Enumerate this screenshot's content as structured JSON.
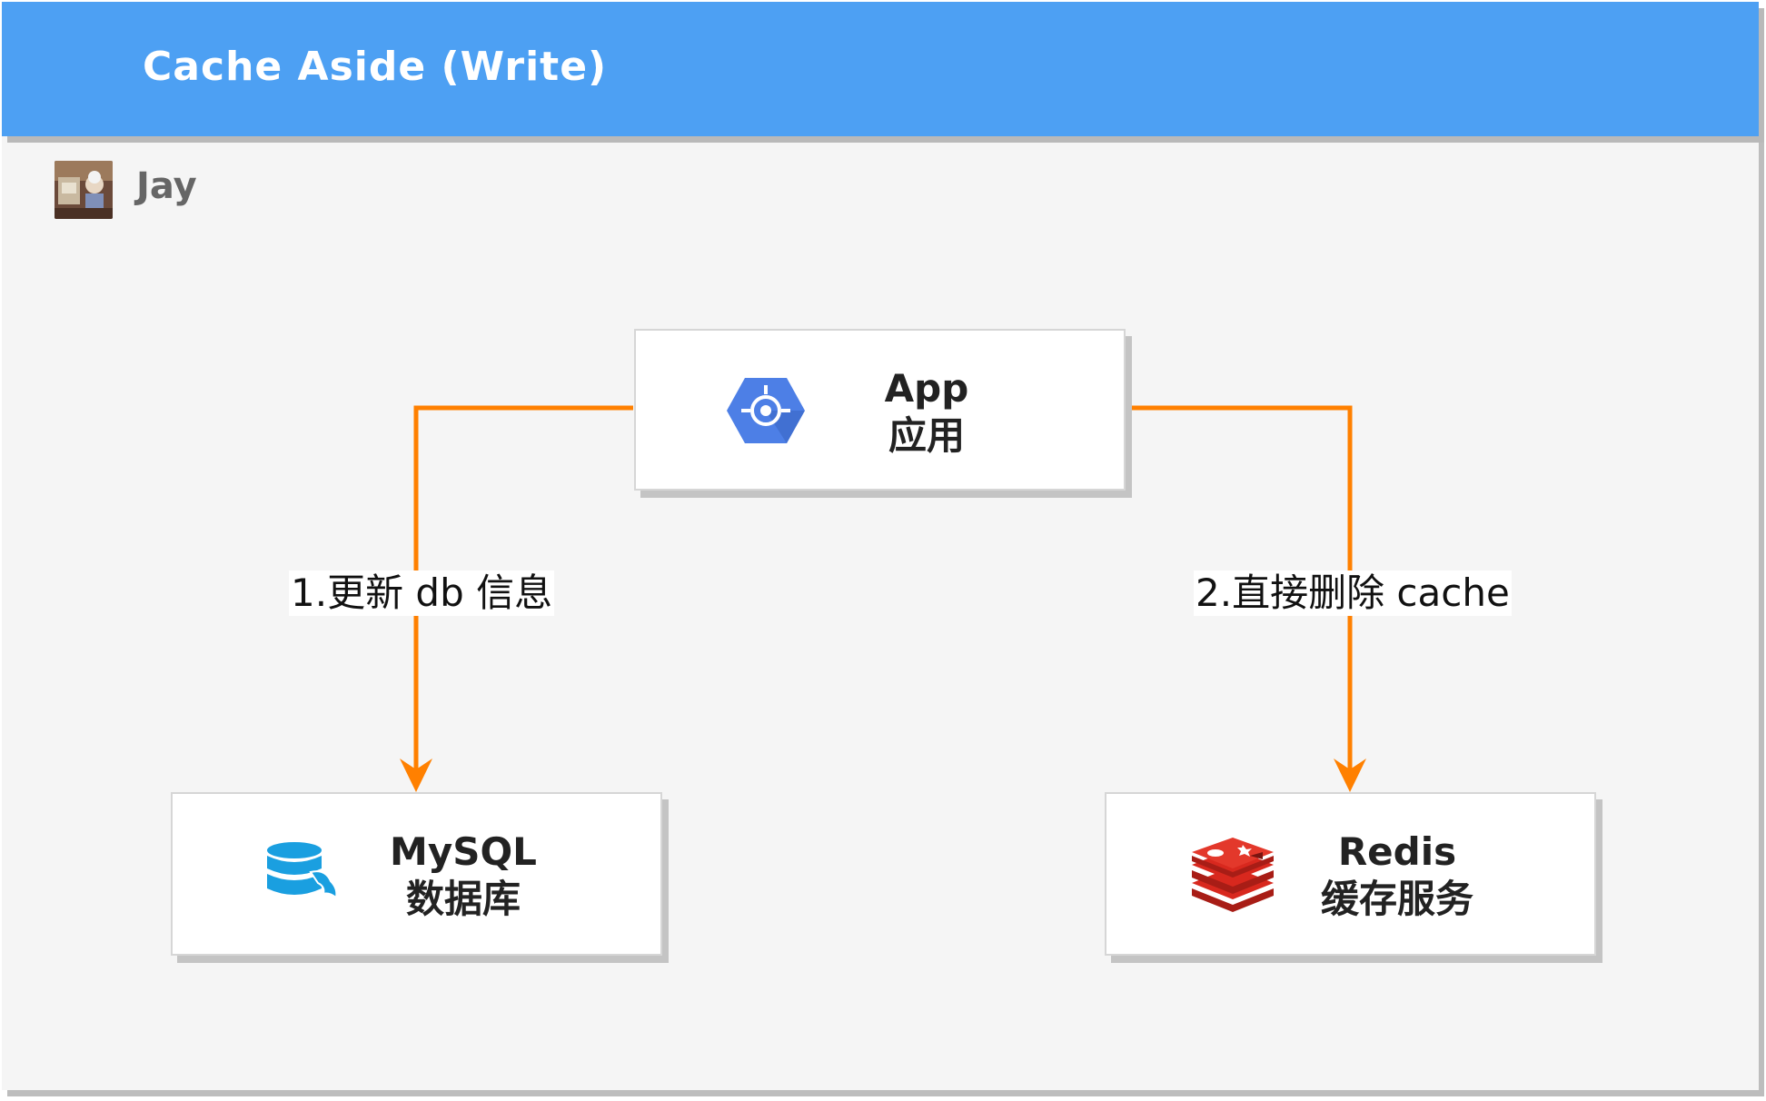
{
  "header": {
    "title": "Cache Aside (Write)",
    "color": "#4da0f3"
  },
  "author": {
    "name": "Jay"
  },
  "nodes": {
    "app": {
      "line1": "App",
      "line2": "应用",
      "icon": "app-engine-icon"
    },
    "mysql": {
      "line1": "MySQL",
      "line2": "数据库",
      "icon": "database-icon"
    },
    "redis": {
      "line1": "Redis",
      "line2": "缓存服务",
      "icon": "redis-icon"
    }
  },
  "edges": {
    "to_db": {
      "label": "1.更新 db 信息"
    },
    "to_cache": {
      "label": "2.直接删除 cache"
    }
  },
  "colors": {
    "edge": "#ff8000",
    "app_icon": "#4d7fe6",
    "db_icon": "#1a9fe0",
    "redis_icon": "#d8281e"
  }
}
